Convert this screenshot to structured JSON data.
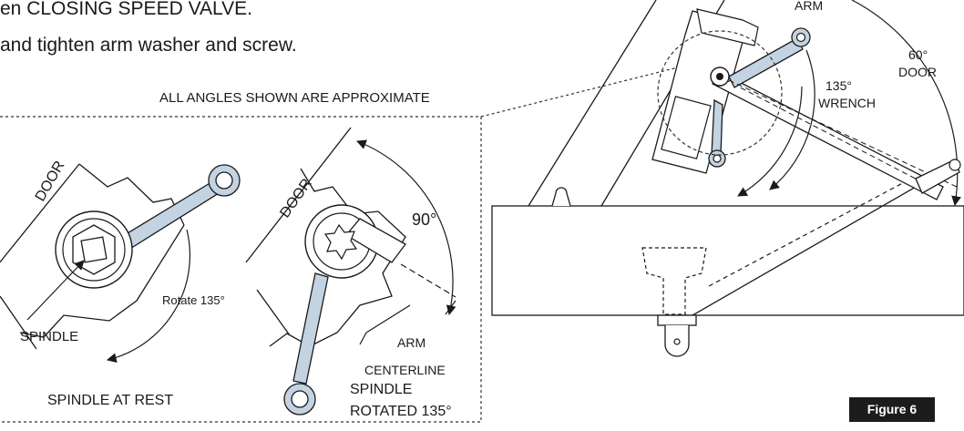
{
  "instructions": {
    "line1": "en CLOSING SPEED VALVE.",
    "line2": "and tighten arm washer and screw."
  },
  "caption": "ALL ANGLES SHOWN ARE APPROXIMATE",
  "left_panel": {
    "door_label": "DOOR",
    "spindle_label": "SPINDLE",
    "rotate_label": "Rotate 135°",
    "title": "SPINDLE AT REST"
  },
  "middle_panel": {
    "door_label": "DOOR",
    "angle_label": "90°",
    "arm_label": "ARM",
    "centerline_label": "CENTERLINE",
    "title_line1": "SPINDLE",
    "title_line2": "ROTATED 135°"
  },
  "right_panel": {
    "arm_label": "ARM",
    "wrench_angle": "135°",
    "wrench_label": "WRENCH",
    "door_angle": "60°",
    "door_label": "DOOR"
  },
  "figure_label": "Figure 6"
}
